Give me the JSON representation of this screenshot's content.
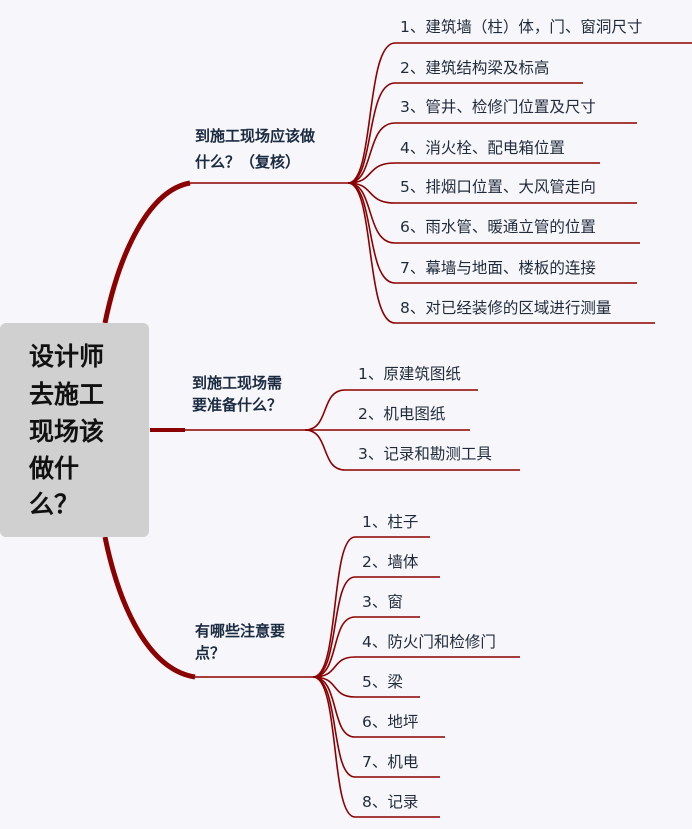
{
  "root": {
    "lines": [
      "设计师",
      "去施工",
      "现场该",
      "做什",
      "么？"
    ]
  },
  "branches": [
    {
      "lines": [
        "到施工现场应该做",
        "什么？（复核）"
      ],
      "items": [
        "1、建筑墙（柱）体，门、窗洞尺寸",
        "2、建筑结构梁及标高",
        "3、管井、检修门位置及尺寸",
        "4、消火栓、配电箱位置",
        "5、排烟口位置、大风管走向",
        "6、雨水管、暖通立管的位置",
        "7、幕墙与地面、楼板的连接",
        "8、对已经装修的区域进行测量"
      ]
    },
    {
      "lines": [
        "到施工现场需",
        "要准备什么？"
      ],
      "items": [
        "1、原建筑图纸",
        "2、机电图纸",
        "3、记录和勘测工具"
      ]
    },
    {
      "lines": [
        "有哪些注意要",
        "点？"
      ],
      "items": [
        "1、柱子",
        "2、墙体",
        "3、窗",
        "4、防火门和检修门",
        "5、梁",
        "6、地坪",
        "7、机电",
        "8、记录"
      ]
    }
  ],
  "colors": {
    "line": "#8b0000",
    "root_bg": "#d0d0d0"
  }
}
